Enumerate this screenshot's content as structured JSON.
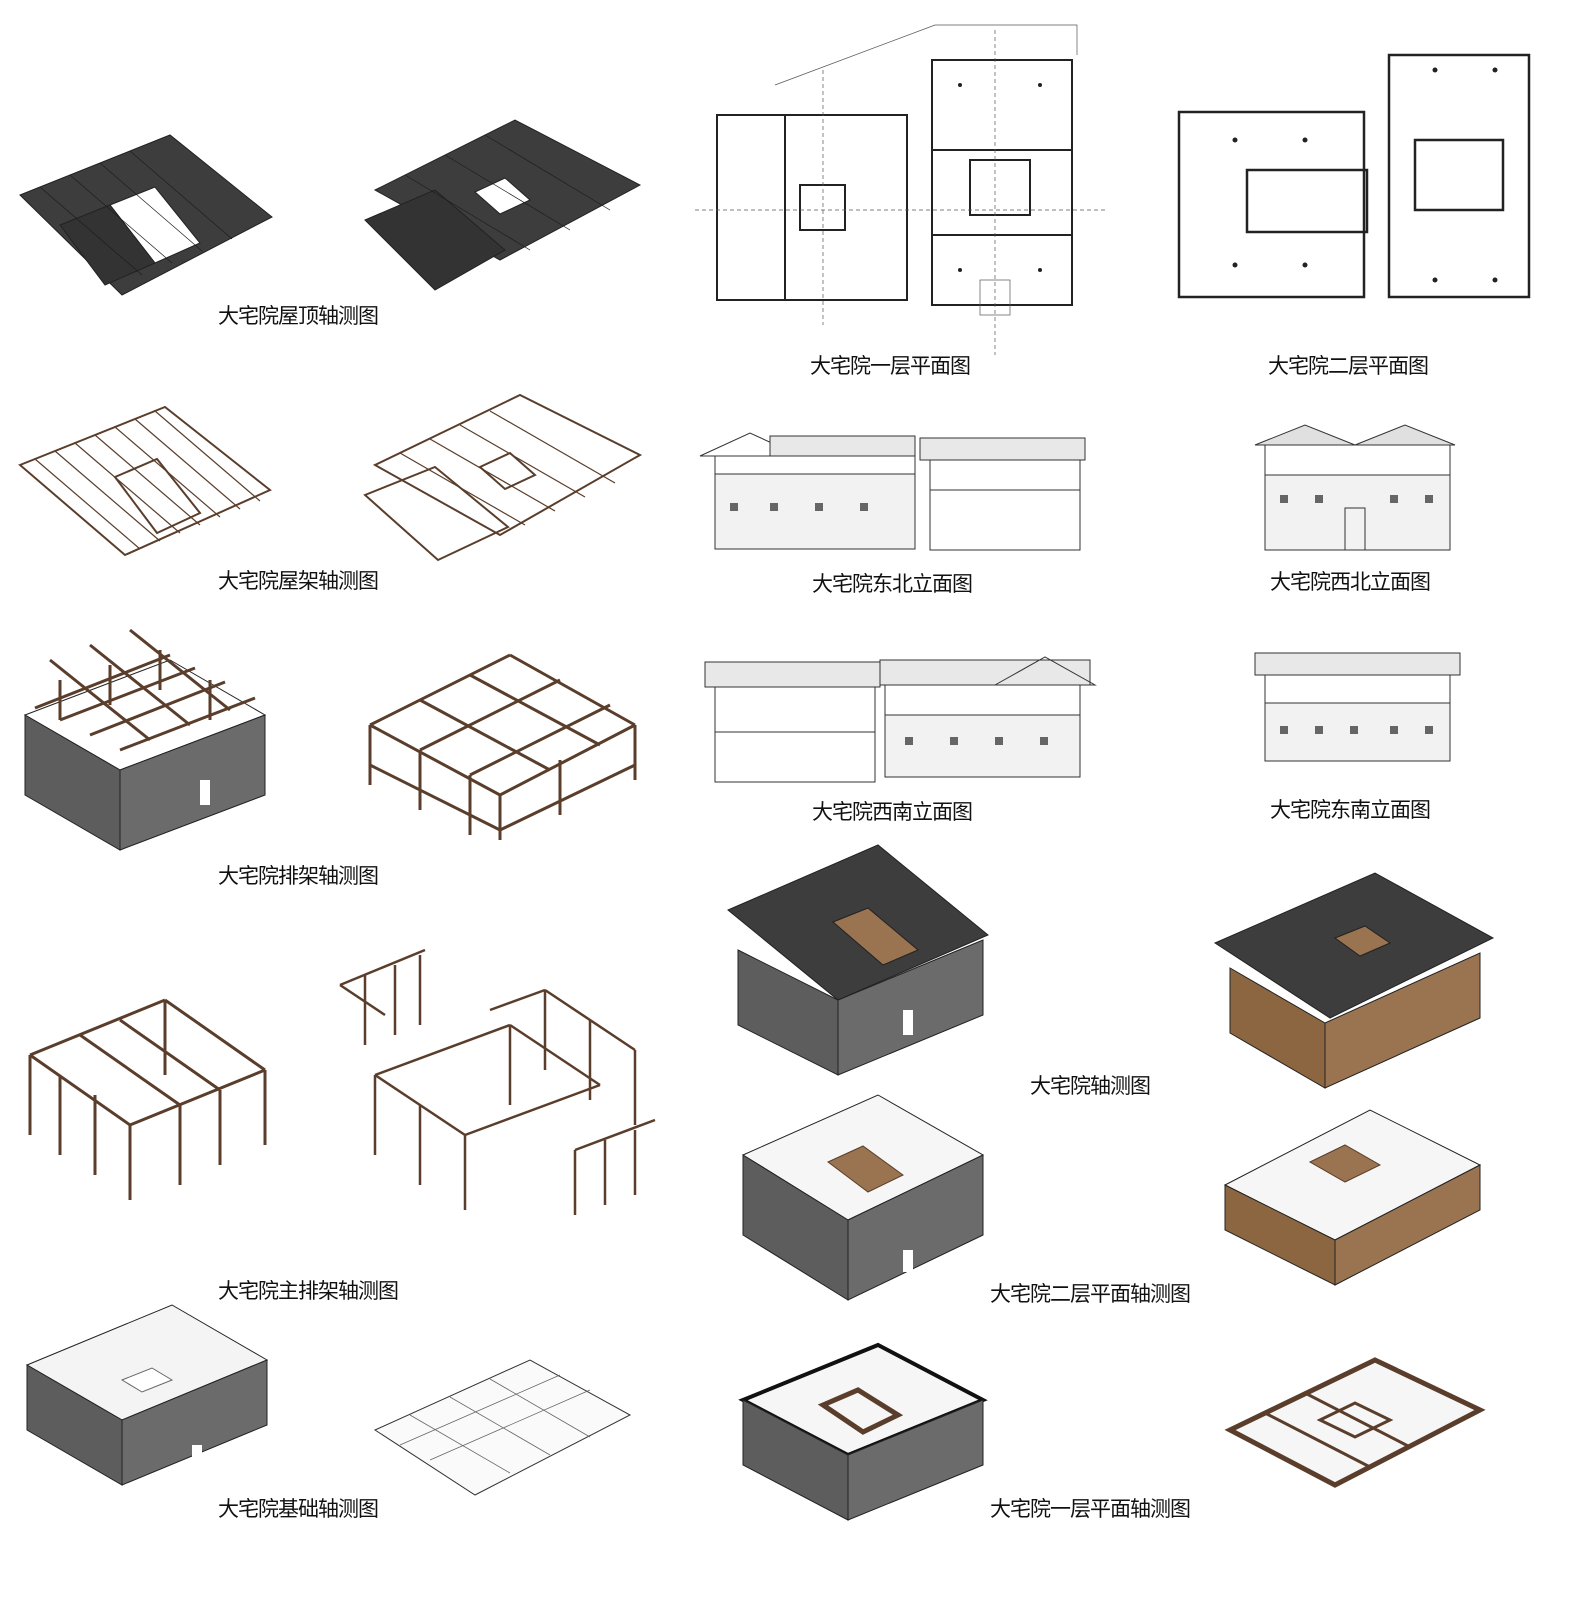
{
  "captions": {
    "roof_axo": "大宅院屋顶轴测图",
    "first_floor_plan": "大宅院一层平面图",
    "second_floor_plan": "大宅院二层平面图",
    "truss_axo": "大宅院屋架轴测图",
    "ne_elevation": "大宅院东北立面图",
    "nw_elevation": "大宅院西北立面图",
    "frame_axo": "大宅院排架轴测图",
    "sw_elevation": "大宅院西南立面图",
    "se_elevation": "大宅院东南立面图",
    "house_axo": "大宅院轴测图",
    "main_frame_axo": "大宅院主排架轴测图",
    "second_floor_axo": "大宅院二层平面轴测图",
    "foundation_axo": "大宅院基础轴测图",
    "first_floor_axo": "大宅院一层平面轴测图"
  },
  "colors": {
    "roof": "#3d3d3d",
    "roof_dark": "#262626",
    "timber": "#5a3e2b",
    "wood_light": "#9a7450",
    "stone": "#5d5d5d",
    "stone_light": "#8a8a8a",
    "line": "#222222",
    "paper": "#ffffff"
  }
}
